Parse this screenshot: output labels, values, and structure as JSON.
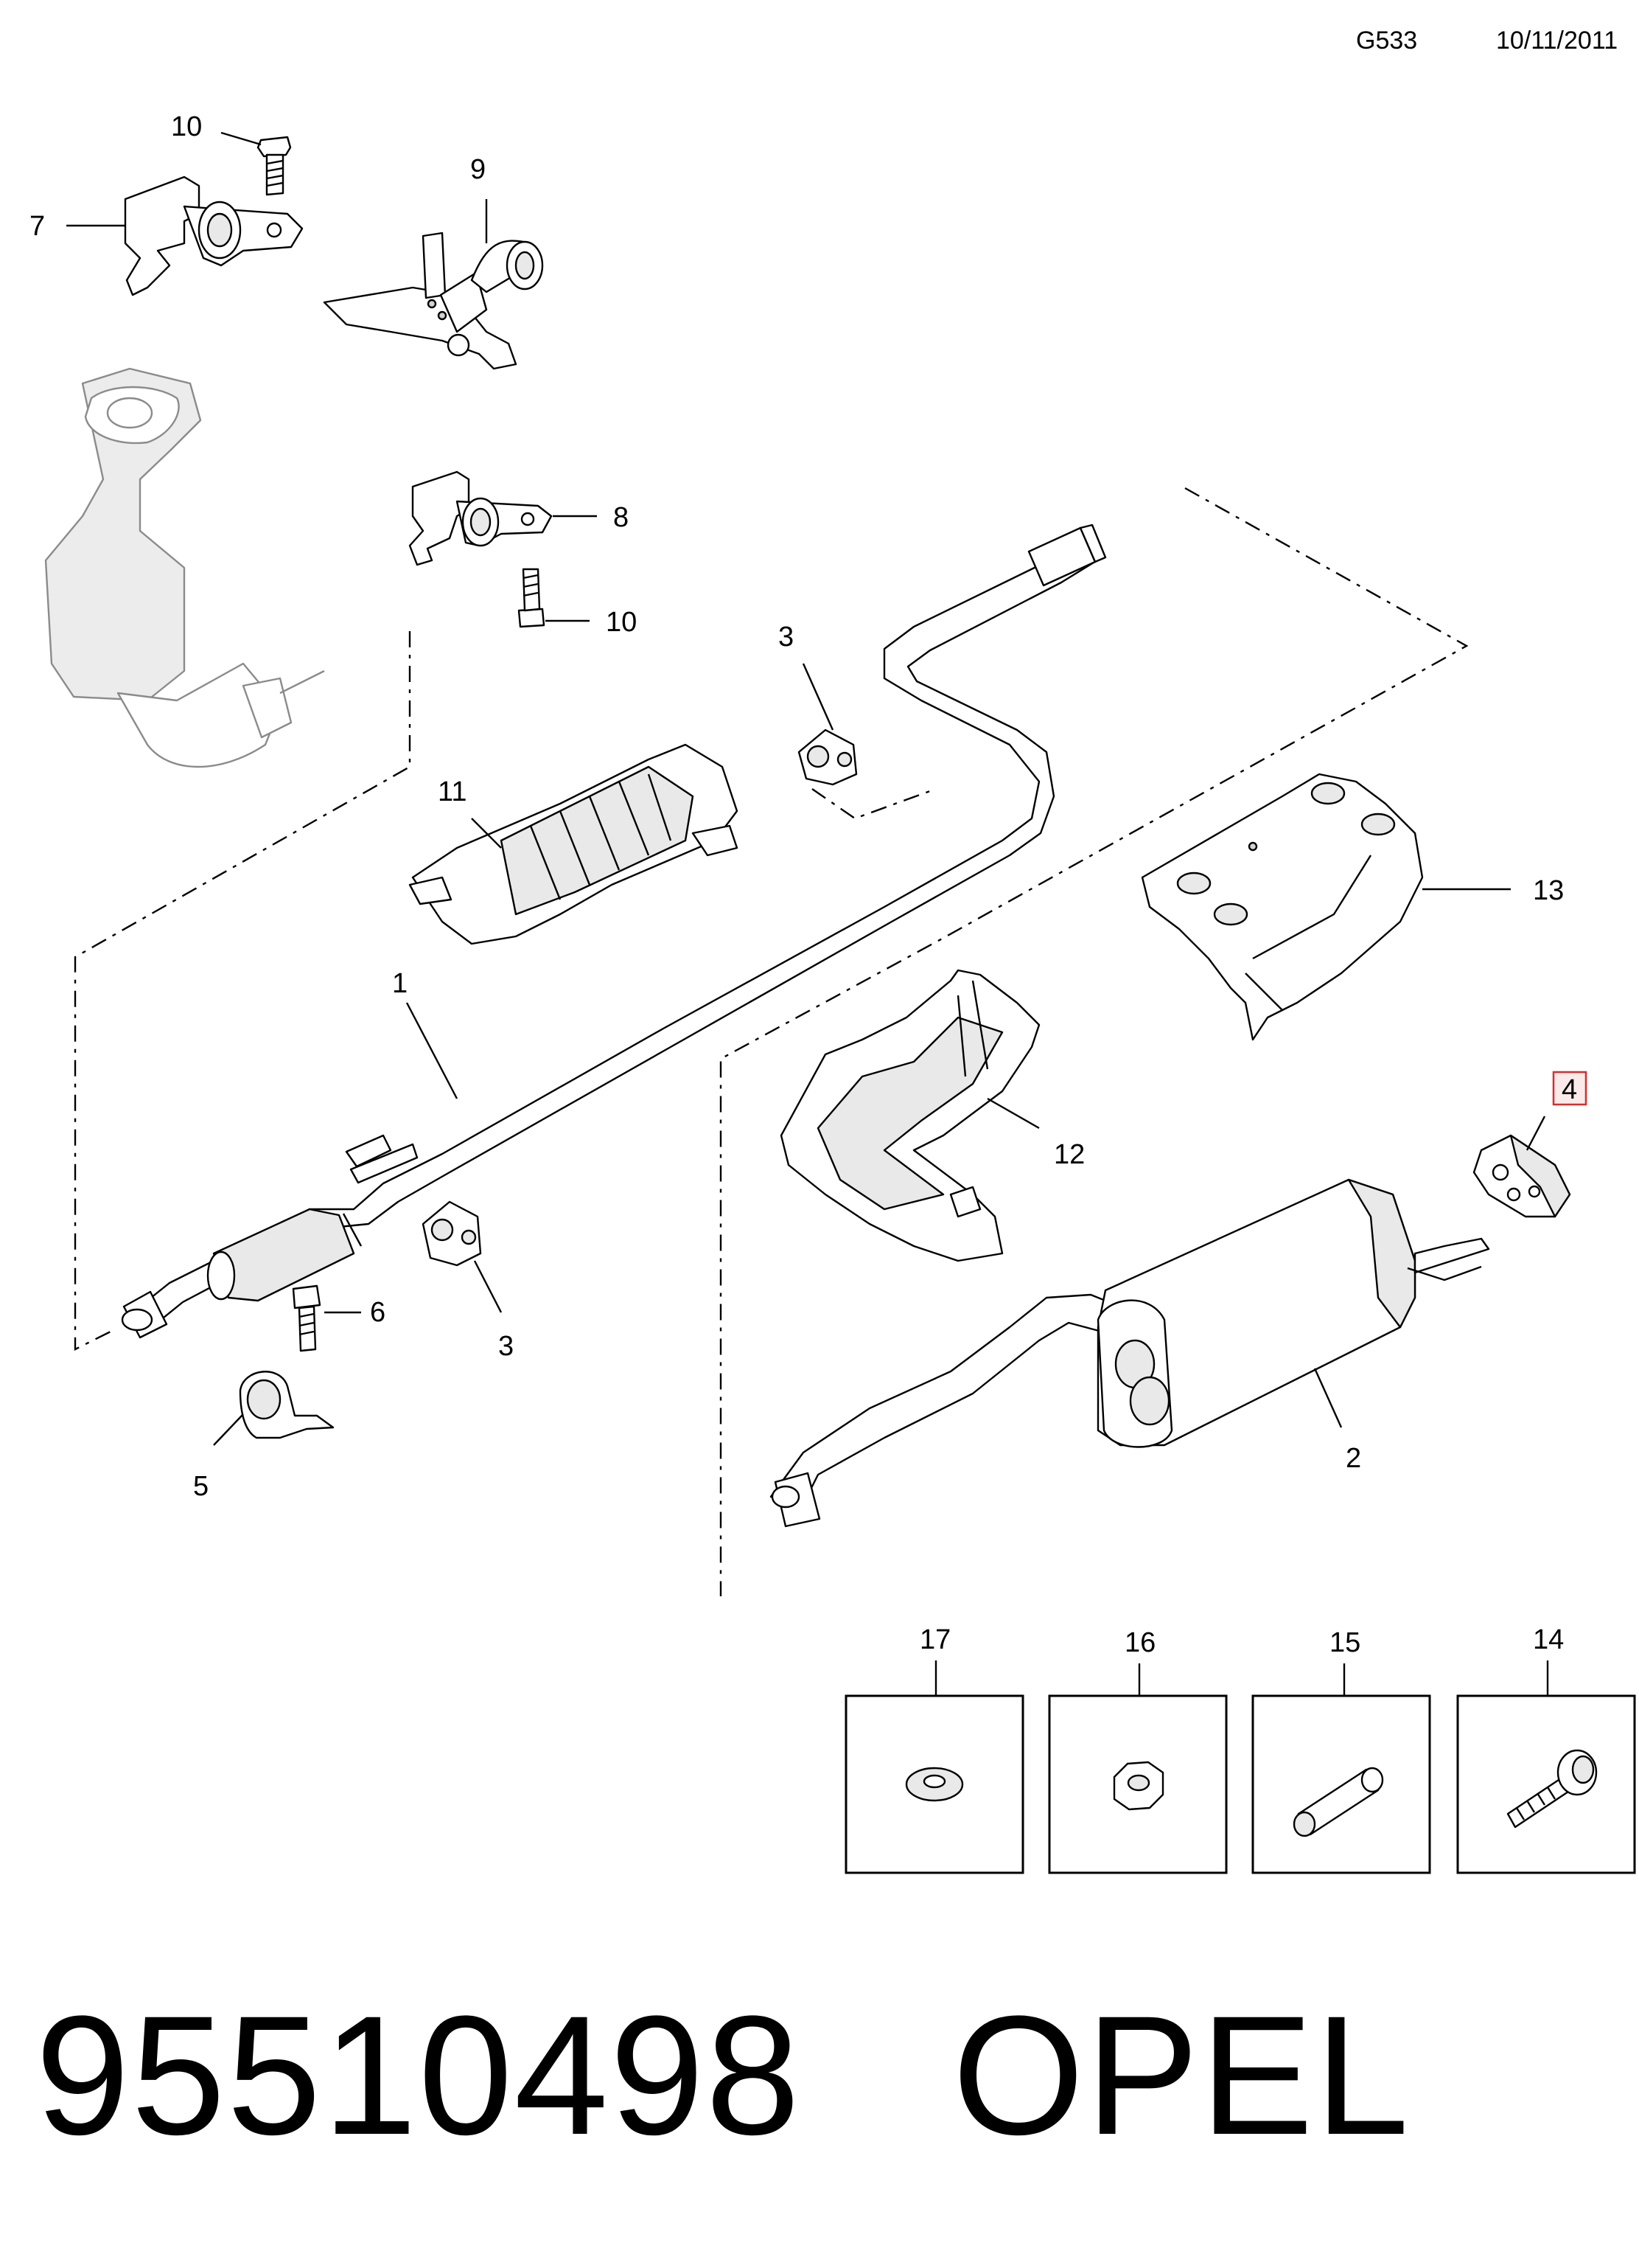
{
  "header": {
    "code": "G533",
    "date": "10/11/2011"
  },
  "callouts": {
    "c1": "1",
    "c2": "2",
    "c3a": "3",
    "c3b": "3",
    "c4": "4",
    "c5": "5",
    "c6": "6",
    "c7": "7",
    "c8": "8",
    "c9": "9",
    "c10a": "10",
    "c10b": "10",
    "c11": "11",
    "c12": "12",
    "c13": "13",
    "c14": "14",
    "c15": "15",
    "c16": "16",
    "c17": "17"
  },
  "highlight_callout": "4",
  "footer": {
    "part_number": "95510498",
    "brand": "OPEL"
  }
}
